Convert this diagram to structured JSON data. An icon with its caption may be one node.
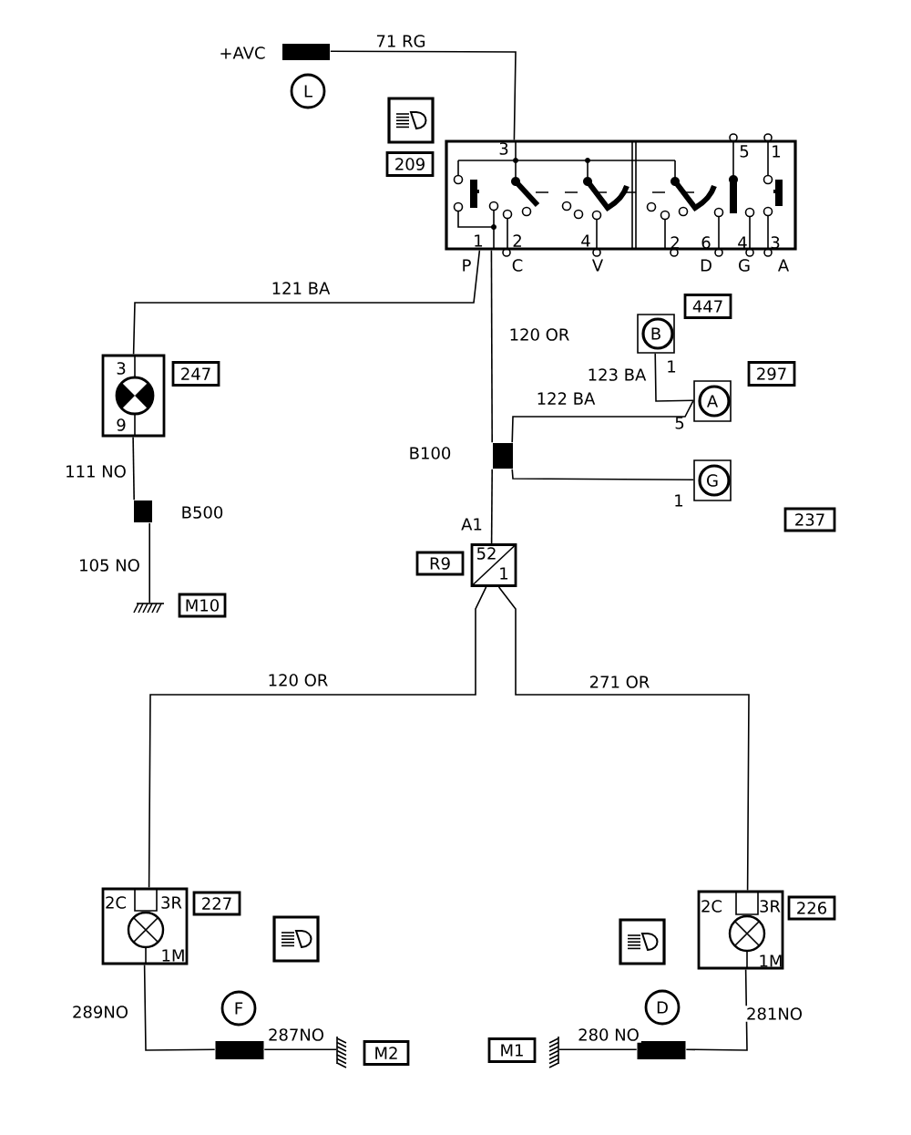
{
  "diagram": {
    "nodes": [
      {
        "text": [],
        "shape": "box",
        "beside": [
          "+AVC"
        ]
      },
      {
        "text": [
          "L"
        ]
      },
      {
        "text": [
          "209"
        ]
      },
      {
        "text": [],
        "shape": "box"
      },
      {
        "text": [
          "3",
          "9"
        ]
      },
      {
        "text": [
          "247"
        ]
      },
      {
        "text": [],
        "shape": "box",
        "beside": [
          "B500"
        ]
      },
      {
        "text": [],
        "shape": "ground"
      },
      {
        "text": [
          "M10"
        ]
      },
      {
        "text": [],
        "shape": "box",
        "beside": [
          "B100"
        ]
      },
      {
        "text": [
          "447"
        ]
      },
      {
        "text": [
          "B"
        ],
        "beside": [
          "1"
        ]
      },
      {
        "text": [
          "297"
        ]
      },
      {
        "text": [
          "A"
        ],
        "beside": [
          "5"
        ]
      },
      {
        "text": [
          "G"
        ],
        "beside": [
          "1"
        ]
      },
      {
        "text": [
          "237"
        ]
      },
      {
        "text": [
          "R9"
        ]
      },
      {
        "text": [
          "52",
          "1"
        ],
        "beside": [
          "A1"
        ]
      },
      {
        "text": [
          "2C",
          "3R",
          "1M"
        ]
      },
      {
        "text": [
          "227"
        ]
      },
      {
        "text": [
          "2C",
          "3R",
          "1M"
        ]
      },
      {
        "text": [
          "226"
        ]
      },
      {
        "text": [
          "F"
        ]
      },
      {
        "text": [],
        "shape": "box"
      },
      {
        "text": [],
        "shape": "ground"
      },
      {
        "text": [
          "M2"
        ]
      },
      {
        "text": [
          "M1"
        ]
      },
      {
        "text": [],
        "shape": "ground"
      },
      {
        "text": [
          "D"
        ]
      },
      {
        "text": [],
        "shape": "box"
      }
    ],
    "edges": [
      {
        "from": 0,
        "to": 3,
        "arrow": "none",
        "label": "71 RG"
      },
      {
        "from": 3,
        "to": 4,
        "arrow": "none",
        "label": "121 BA"
      },
      {
        "from": 3,
        "to": 9,
        "arrow": "none",
        "label": "120 OR"
      },
      {
        "from": 9,
        "to": 13,
        "arrow": "none",
        "label": "122 BA"
      },
      {
        "from": 11,
        "to": 13,
        "arrow": "none",
        "label": "123 BA"
      },
      {
        "from": 9,
        "to": 14,
        "arrow": "none"
      },
      {
        "from": 9,
        "to": 17,
        "arrow": "none"
      },
      {
        "from": 17,
        "to": 18,
        "arrow": "none",
        "label": "120 OR"
      },
      {
        "from": 17,
        "to": 20,
        "arrow": "none",
        "label": "271 OR"
      },
      {
        "from": 4,
        "to": 6,
        "arrow": "none",
        "label": "111 NO"
      },
      {
        "from": 6,
        "to": 7,
        "arrow": "none",
        "label": "105 NO"
      },
      {
        "from": 18,
        "to": 23,
        "arrow": "none",
        "label": "289NO"
      },
      {
        "from": 23,
        "to": 24,
        "arrow": "none",
        "label": "287NO"
      },
      {
        "from": 20,
        "to": 29,
        "arrow": "none",
        "label": "281NO"
      },
      {
        "from": 29,
        "to": 27,
        "arrow": "none",
        "label": "280 NO"
      }
    ],
    "labels": [
      "3",
      "5",
      "1",
      "1",
      "2",
      "4",
      "2",
      "6",
      "4",
      "3",
      "P",
      "C",
      "V",
      "D",
      "G",
      "A"
    ]
  }
}
